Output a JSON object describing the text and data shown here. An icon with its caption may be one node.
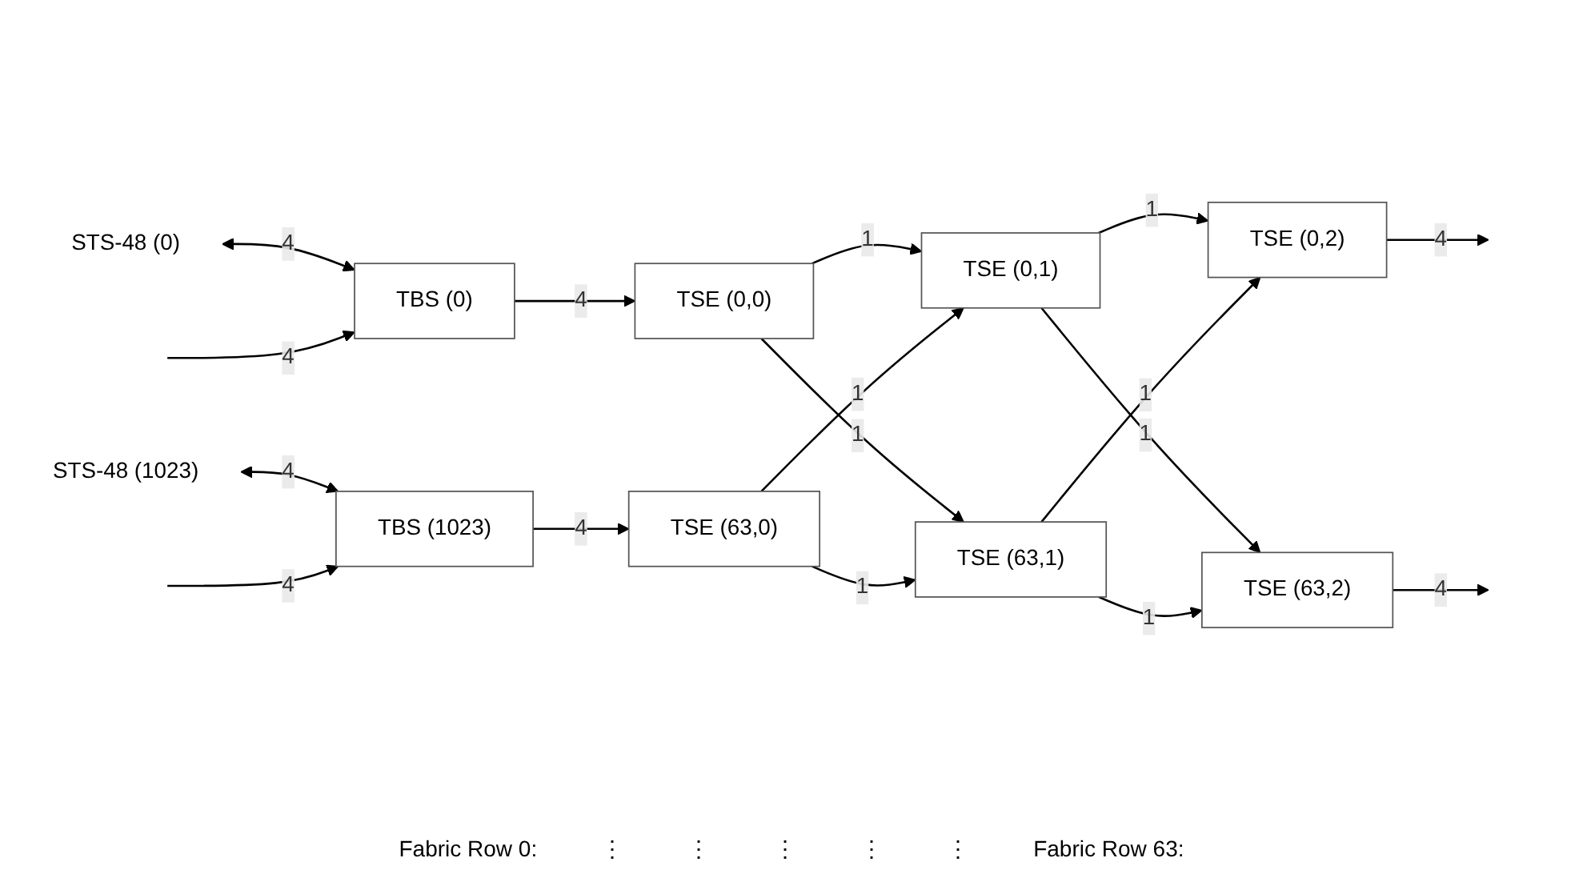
{
  "diagram": {
    "nodes": [
      {
        "text": [
          "STS-48 (0)"
        ]
      },
      {
        "text": [
          "TBS (0)"
        ]
      },
      {
        "text": [
          "TSE (0,0)"
        ]
      },
      {
        "text": [
          "TSE (0,1)"
        ]
      },
      {
        "text": [
          "TSE (0,2)"
        ]
      },
      {
        "text": [
          "STS-48 (1023)"
        ]
      },
      {
        "text": [
          "TBS (1023)"
        ]
      },
      {
        "text": [
          "TSE (63,0)"
        ]
      },
      {
        "text": [
          "TSE (63,1)"
        ]
      },
      {
        "text": [
          "TSE (63,2)"
        ]
      }
    ],
    "edges": [
      {
        "from": 0,
        "to": 1,
        "arrow": "both",
        "label": "4"
      },
      {
        "from": null,
        "to": 1,
        "arrow": "to",
        "label": "4"
      },
      {
        "from": 1,
        "to": 2,
        "arrow": "to",
        "label": "4"
      },
      {
        "from": 2,
        "to": 3,
        "arrow": "to",
        "label": "1"
      },
      {
        "from": 3,
        "to": 4,
        "arrow": "to",
        "label": "1"
      },
      {
        "from": 4,
        "to": null,
        "arrow": "to",
        "label": "4"
      },
      {
        "from": 2,
        "to": 8,
        "arrow": "to",
        "label": "1"
      },
      {
        "from": 7,
        "to": 3,
        "arrow": "to",
        "label": "1"
      },
      {
        "from": 3,
        "to": 9,
        "arrow": "to",
        "label": "1"
      },
      {
        "from": 8,
        "to": 4,
        "arrow": "to",
        "label": "1"
      },
      {
        "from": 5,
        "to": 6,
        "arrow": "both",
        "label": "4"
      },
      {
        "from": null,
        "to": 6,
        "arrow": "to",
        "label": "4"
      },
      {
        "from": 6,
        "to": 7,
        "arrow": "to",
        "label": "4"
      },
      {
        "from": 7,
        "to": 8,
        "arrow": "to",
        "label": "1"
      },
      {
        "from": 8,
        "to": 9,
        "arrow": "to",
        "label": "1"
      },
      {
        "from": 9,
        "to": null,
        "arrow": "to",
        "label": "4"
      }
    ],
    "labels": [
      "Fabric Row 0:",
      "⋮",
      "⋮",
      "⋮",
      "⋮",
      "⋮",
      "Fabric Row 63:"
    ]
  }
}
